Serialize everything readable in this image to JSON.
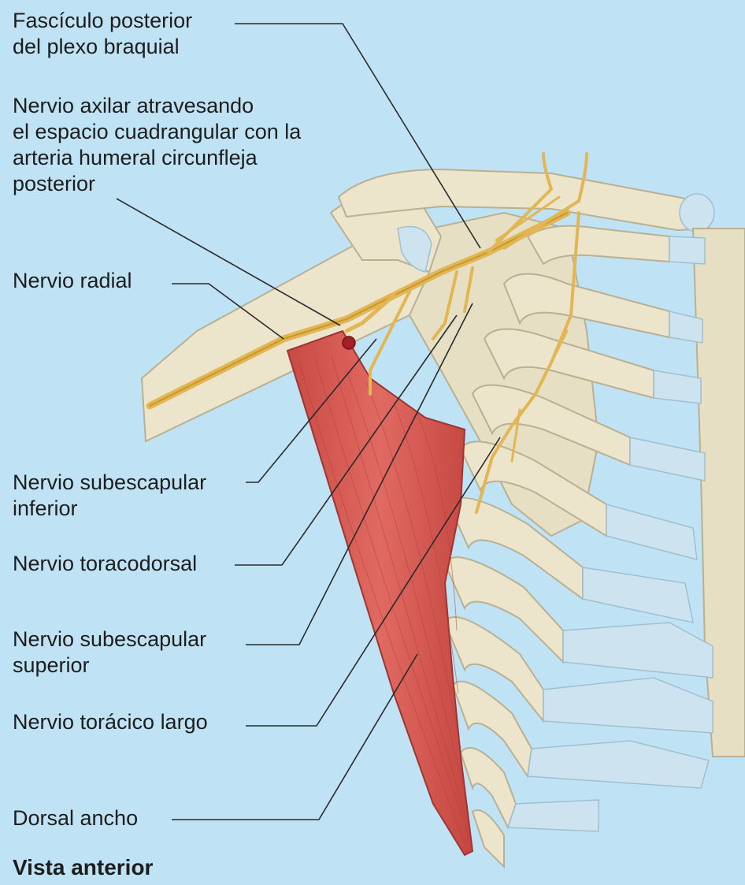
{
  "labels": {
    "posterior_cord": "Fascículo posterior\ndel plexo braquial",
    "axillary_nerve": "Nervio axilar atravesando\nel espacio cuadrangular con la\narteria humeral circunfleja\nposterior",
    "radial_nerve": "Nervio radial",
    "lower_subscapular": "Nervio subescapular\ninferior",
    "thoracodorsal": "Nervio toracodorsal",
    "upper_subscapular": "Nervio subescapular\nsuperior",
    "long_thoracic": "Nervio torácico largo",
    "latissimus": "Dorsal ancho"
  },
  "view_title": "Vista anterior",
  "colors": {
    "background": "#bfe3f4",
    "bone": "#ece5cc",
    "bone_outline": "#b9b092",
    "cartilage": "#cde3ef",
    "nerve": "#e2b653",
    "muscle": "#d9574f",
    "artery": "#a81e25",
    "leader_line": "#2a2a2a"
  }
}
